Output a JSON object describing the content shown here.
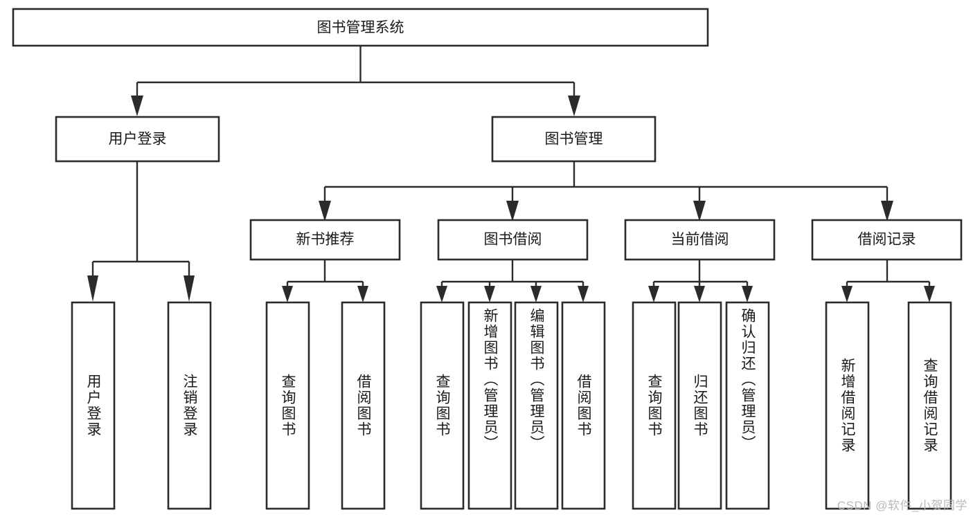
{
  "diagram": {
    "type": "tree-hierarchy",
    "title": "图书管理系统",
    "watermark": "CSDN @软件_小贺同学",
    "colors": {
      "background": "#ffffff",
      "stroke": "#2b2b2b",
      "text": "#1a1a1a",
      "watermark": "#b9b9b9"
    },
    "levels": {
      "root": {
        "label": "图书管理系统"
      },
      "level2": [
        {
          "label": "用户登录"
        },
        {
          "label": "图书管理"
        }
      ],
      "level3": [
        {
          "label": "新书推荐"
        },
        {
          "label": "图书借阅"
        },
        {
          "label": "当前借阅"
        },
        {
          "label": "借阅记录"
        }
      ],
      "leaves": {
        "user_login": [
          {
            "label": "用户登录"
          },
          {
            "label": "注销登录"
          }
        ],
        "new_book": [
          {
            "label": "查询图书"
          },
          {
            "label": "借阅图书"
          }
        ],
        "book_borrow": [
          {
            "label": "查询图书"
          },
          {
            "label": "新增图书（管理员）"
          },
          {
            "label": "编辑图书（管理员）"
          },
          {
            "label": "借阅图书"
          }
        ],
        "current_borrow": [
          {
            "label": "查询图书"
          },
          {
            "label": "归还图书"
          },
          {
            "label": "确认归还（管理员）"
          }
        ],
        "borrow_record": [
          {
            "label": "新增借阅记录"
          },
          {
            "label": "查询借阅记录"
          }
        ]
      }
    }
  }
}
